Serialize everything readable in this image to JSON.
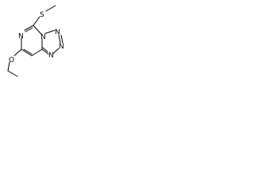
{
  "molecule": {
    "atoms": {
      "n_top_left": "N",
      "s_top": "S",
      "n_ring_fusion": "N",
      "n_triazole_top_right": "N",
      "n_triazole_right": "N",
      "n_triazole_bottom_right": "N",
      "o_ethoxy": "O"
    },
    "colors": {
      "bond": "#000000",
      "label": "#000000",
      "background": "#ffffff"
    }
  }
}
